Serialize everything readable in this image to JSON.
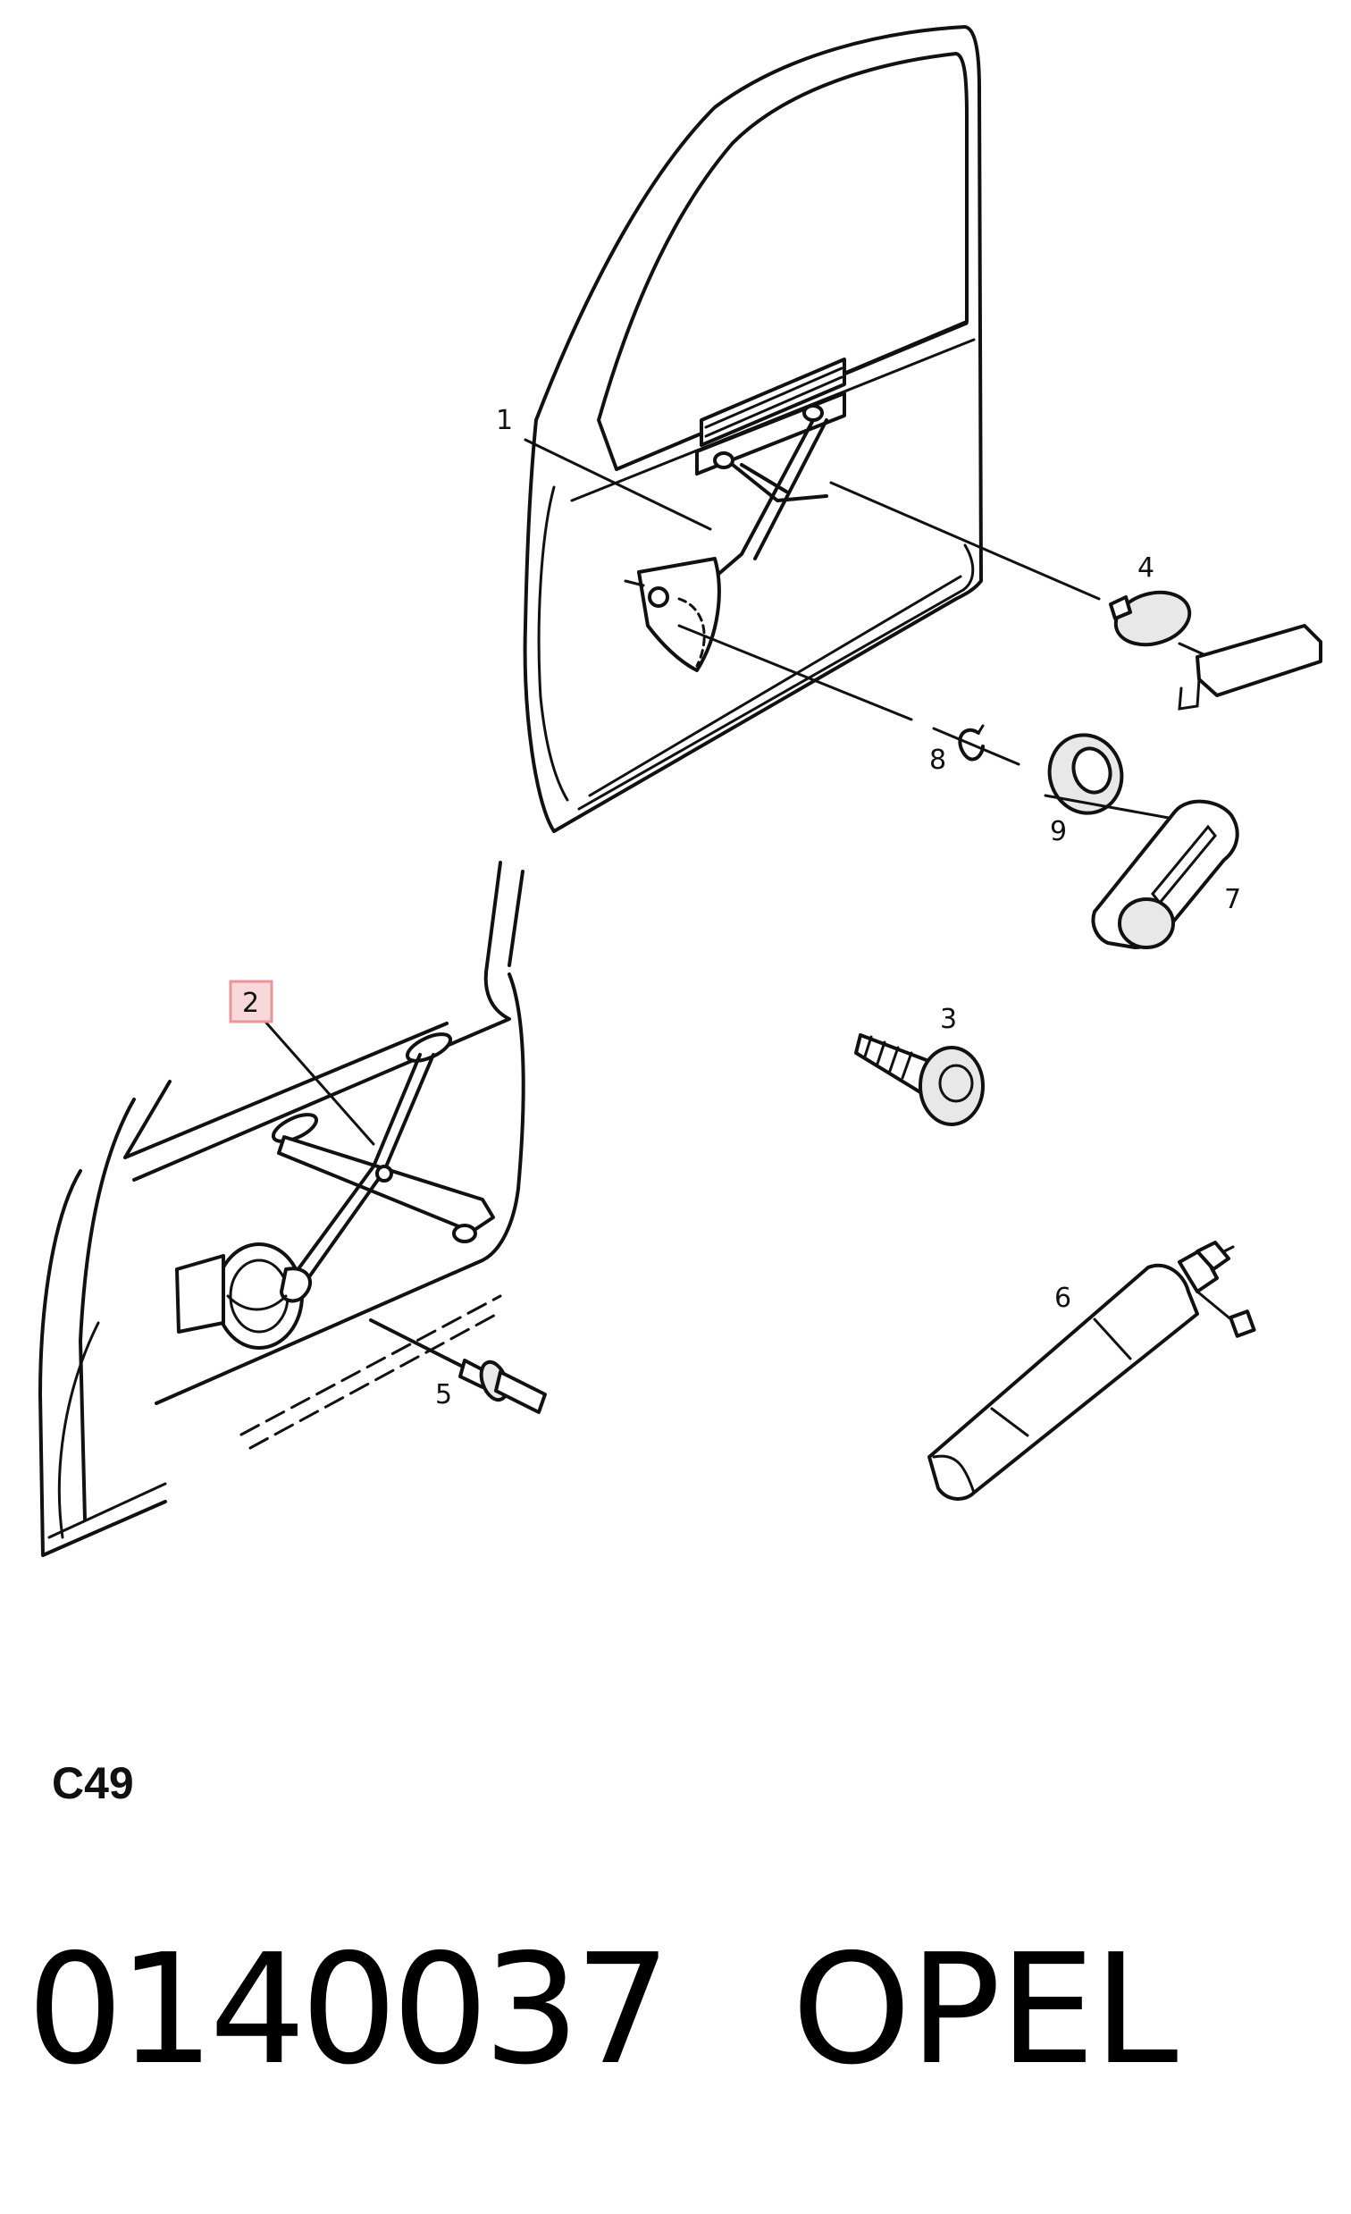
{
  "diagram": {
    "callouts": [
      "1",
      "2",
      "3",
      "4",
      "5",
      "6",
      "7",
      "8",
      "9"
    ],
    "highlighted_callout": "2",
    "highlight_color": "#e8969a"
  },
  "footer": {
    "diagram_code": "C49",
    "part_number": "0140037",
    "brand": "OPEL"
  }
}
